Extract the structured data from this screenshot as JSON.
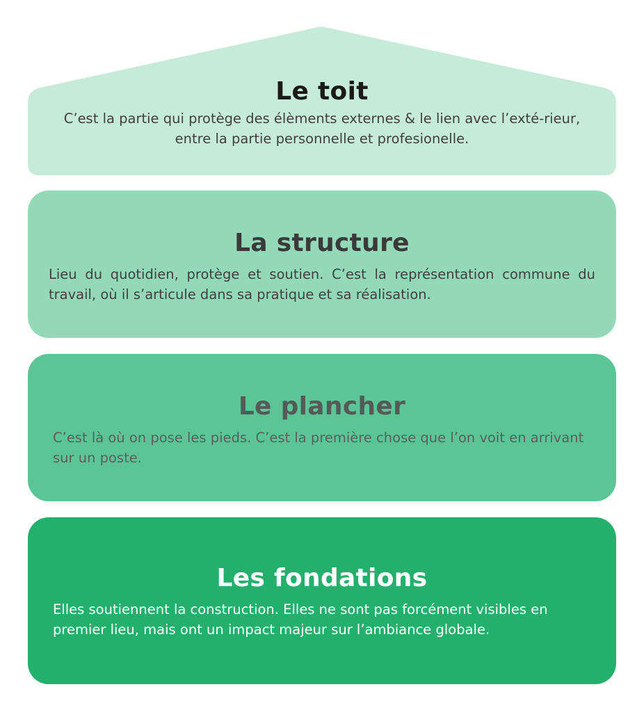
{
  "colors": {
    "roof": "#c6ebd9",
    "structure": "#93d9b8",
    "plancher": "#5bc596",
    "fondations": "#22b06c"
  },
  "roof": {
    "title": "Le toit",
    "text": "C’est la partie qui protège des élèments externes & le lien avec l’exté-rieur, entre la partie personnelle et profesionelle."
  },
  "structure": {
    "title": "La structure",
    "text": "Lieu du quotidien, protège et soutien. C’est la représentation commune du travail, où il s’articule dans sa pratique et sa réalisation."
  },
  "plancher": {
    "title": "Le plancher",
    "text": "C’est là où on pose les pieds. C’est la première chose que l’on voit en arrivant sur un poste."
  },
  "fondations": {
    "title": "Les fondations",
    "text": "Elles soutiennent la construction. Elles ne sont pas forcément visibles en premier lieu, mais ont un impact majeur sur l’ambiance globale."
  }
}
